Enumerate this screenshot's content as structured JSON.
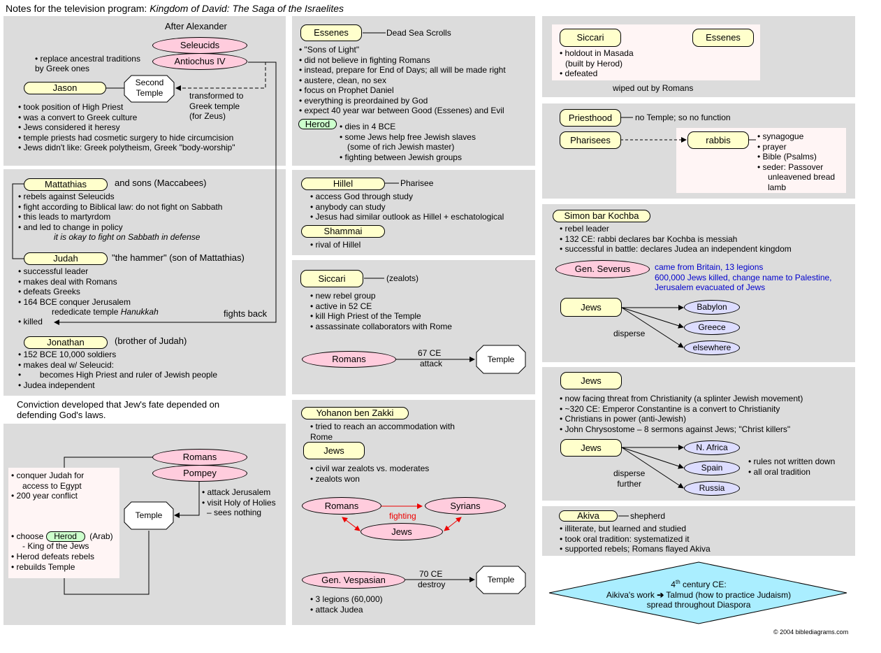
{
  "page_title": "Notes for the television program:",
  "page_title_italic": "Kingdom of David: The Saga of the Israelites",
  "p1": {
    "heading": "After Alexander",
    "seleucids": "Seleucids",
    "antiochus": "Antiochus IV",
    "replace": "replace ancestral traditions",
    "replace2": "by Greek ones",
    "jason": "Jason",
    "second_temple_1": "Second",
    "second_temple_2": "Temple",
    "transformed_1": "transformed to",
    "transformed_2": "Greek temple",
    "transformed_3": "(for Zeus)",
    "bullets": [
      "took position of High Priest",
      "was a convert to Greek culture",
      "Jews considered it heresy",
      "temple priests had cosmetic surgery to hide circumcision",
      "Jews didn't like: Greek polytheism, Greek \"body-worship\""
    ]
  },
  "p2": {
    "mattathias": "Mattathias",
    "and_sons": "and sons (Maccabees)",
    "m_bullets": [
      "rebels against Seleucids",
      "fight according to Biblical law: do not fight on Sabbath",
      "this leads to martyrdom",
      "and led to change in policy"
    ],
    "sabbath_defense": "it is okay to fight on Sabbath in defense",
    "judah": "Judah",
    "hammer": "\"the hammer\" (son of Mattathias)",
    "j_bullets": [
      "successful leader",
      "makes deal with Romans",
      "defeats Greeks",
      "164 BCE conquer Jerusalem"
    ],
    "rededicate": "rededicate temple",
    "hanukkah": "Hanukkah",
    "killed": "killed",
    "fights_back": "fights back",
    "jonathan": "Jonathan",
    "brother": "(brother of Judah)",
    "jo_bullets": [
      "152 BCE 10,000 soldiers",
      "makes deal w/ Seleucid:"
    ],
    "becomes": "becomes High Priest and ruler of Jewish people",
    "judea_indep": "Judea independent"
  },
  "conviction_1": "Conviction developed that Jew's fate depended on",
  "conviction_2": "defending God's laws.",
  "p3": {
    "romans": "Romans",
    "pompey": "Pompey",
    "conquer_1": "conquer Judah for",
    "conquer_2": "access to Egypt",
    "conflict": "200 year conflict",
    "temple": "Temple",
    "attack_1": "attack Jerusalem",
    "attack_2": "visit Holy of Holies",
    "attack_3": "– sees nothing",
    "choose": "choose",
    "herod": "Herod",
    "arab": "(Arab)",
    "king": "- King of the Jews",
    "defeats": "Herod defeats rebels",
    "rebuilds": "rebuilds Temple"
  },
  "p4": {
    "essenes": "Essenes",
    "dss": "Dead Sea Scrolls",
    "bullets": [
      "\"Sons of Light\"",
      "did not believe in fighting Romans",
      "instead, prepare for End of Days; all will be made right",
      "austere, clean, no sex",
      "focus on Prophet Daniel",
      "everything is preordained by God",
      "expect 40 year war between Good (Essenes) and Evil"
    ],
    "herod": "Herod",
    "h_bullets": [
      "dies in 4 BCE",
      "some Jews help free Jewish slaves"
    ],
    "h_cont": "(some of rich Jewish master)",
    "h_last": "fighting between Jewish groups"
  },
  "p5": {
    "hillel": "Hillel",
    "pharisee": "Pharisee",
    "bullets": [
      "access God through study",
      "anybody can study",
      "Jesus had similar outlook as Hillel + eschatological"
    ],
    "shammai": "Shammai",
    "rival": "rival of Hillel"
  },
  "p6": {
    "siccari": "Siccari",
    "zealots": "(zealots)",
    "bullets": [
      "new rebel group",
      "active in 52 CE",
      "kill High Priest of the Temple",
      "assassinate collaborators with Rome"
    ],
    "romans": "Romans",
    "ce67": "67 CE",
    "attack": "attack",
    "temple": "Temple"
  },
  "p7": {
    "yohanon": "Yohanon ben Zakki",
    "tried_1": "tried to reach an accommodation with",
    "tried_2": "Rome",
    "jews": "Jews",
    "bullets": [
      "civil war zealots vs. moderates",
      "zealots won"
    ],
    "romans": "Romans",
    "syrians": "Syrians",
    "fighting": "fighting",
    "jews2": "Jews",
    "vespasian": "Gen. Vespasian",
    "ce70": "70 CE",
    "destroy": "destroy",
    "temple": "Temple",
    "v_bullets": [
      "3 legions (60,000)",
      "attack Judea"
    ]
  },
  "p8": {
    "siccari": "Siccari",
    "essenes": "Essenes",
    "b1": "holdout in Masada",
    "b1b": "(built by Herod)",
    "b2": "defeated",
    "wiped": "wiped out by Romans"
  },
  "p9": {
    "priesthood": "Priesthood",
    "no_temple": "no Temple; so no function",
    "pharisees": "Pharisees",
    "rabbis": "rabbis",
    "bullets": [
      "synagogue",
      "prayer",
      "Bible (Psalms)",
      "seder: Passover"
    ],
    "seder_2": "unleavened bread",
    "seder_3": "lamb"
  },
  "p10": {
    "simon": "Simon bar Kochba",
    "bullets": [
      "rebel leader",
      "132 CE: rabbi declares bar Kochba is messiah",
      "successful in battle: declares Judea an independent kingdom"
    ],
    "severus": "Gen. Severus",
    "blue_1": "came from Britain, 13 legions",
    "blue_2": "600,000 Jews killed, change name to Palestine,",
    "blue_3": "Jerusalem evacuated of Jews",
    "jews": "Jews",
    "babylon": "Babylon",
    "greece": "Greece",
    "elsewhere": "elsewhere",
    "disperse": "disperse"
  },
  "p11": {
    "jews": "Jews",
    "bullets": [
      "now facing threat from Christianity (a splinter Jewish movement)",
      "~320 CE: Emperor Constantine is a convert to Christianity",
      "Christians in power (anti-Jewish)",
      "John Chrysostome – 8 sermons against Jews; \"Christ killers\""
    ],
    "jews2": "Jews",
    "africa": "N. Africa",
    "spain": "Spain",
    "russia": "Russia",
    "disperse_1": "disperse",
    "disperse_2": "further",
    "r1": "rules not written down",
    "r2": "all oral tradition"
  },
  "p12": {
    "akiva": "Akiva",
    "shepherd": "shepherd",
    "bullets": [
      "illiterate, but learned and studied",
      "took oral tradition: systematized it",
      "supported rebels; Romans flayed Akiva"
    ]
  },
  "diamond": {
    "line1_num": "4",
    "line1_sup": "th",
    "line1_rest": " century CE:",
    "line2_a": "Aikiva's work",
    "line2_b": "Talmud (how to practice Judaism)",
    "line3": "spread throughout Diaspora"
  },
  "copyright": "© 2004 biblediagrams.com"
}
